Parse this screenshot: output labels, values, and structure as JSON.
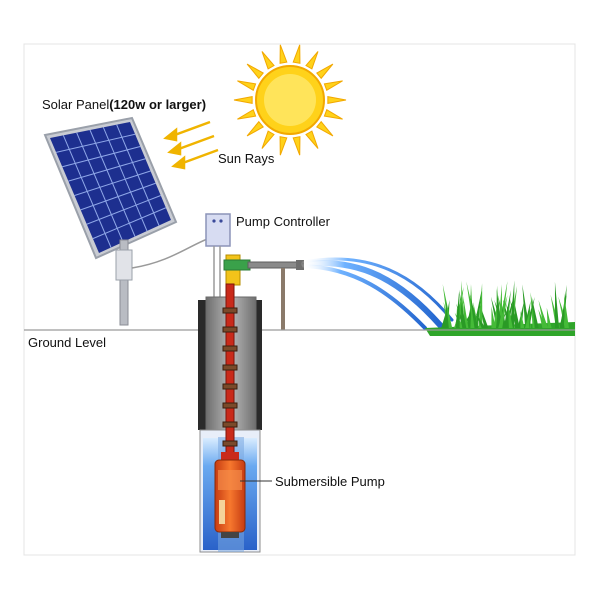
{
  "labels": {
    "solar_panel": "Solar Panel",
    "solar_panel_note": "(120w or larger)",
    "sun_rays": "Sun Rays",
    "pump_controller": "Pump Controller",
    "ground_level": "Ground Level",
    "submersible_pump": "Submersible Pump"
  },
  "colors": {
    "sun": "#ffd21a",
    "sun_outline": "#f2a800",
    "panel_cell": "#1d2f8f",
    "panel_frame": "#c9ccd3",
    "ground_line": "#9a9a9a",
    "pipe": "#c92a1a",
    "casing": "#8e8e8e",
    "water": "#3a7fd9",
    "grass": "#2fa52a",
    "controller": "#d7dcf2",
    "pump_body": "#e8541c"
  }
}
